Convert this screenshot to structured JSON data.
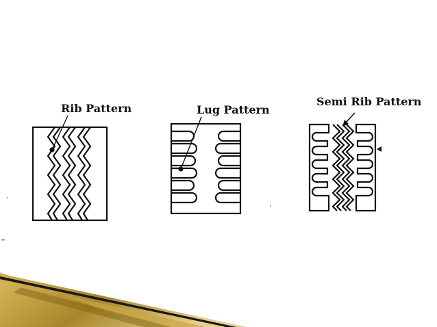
{
  "labels": {
    "rib": "Rib Pattern",
    "lug": "Lug Pattern",
    "semi_rib": "Semi Rib Pattern"
  },
  "colors": {
    "line": "#111111",
    "accent_gold": "#b08d2a",
    "accent_dark": "#1a1a1a"
  }
}
